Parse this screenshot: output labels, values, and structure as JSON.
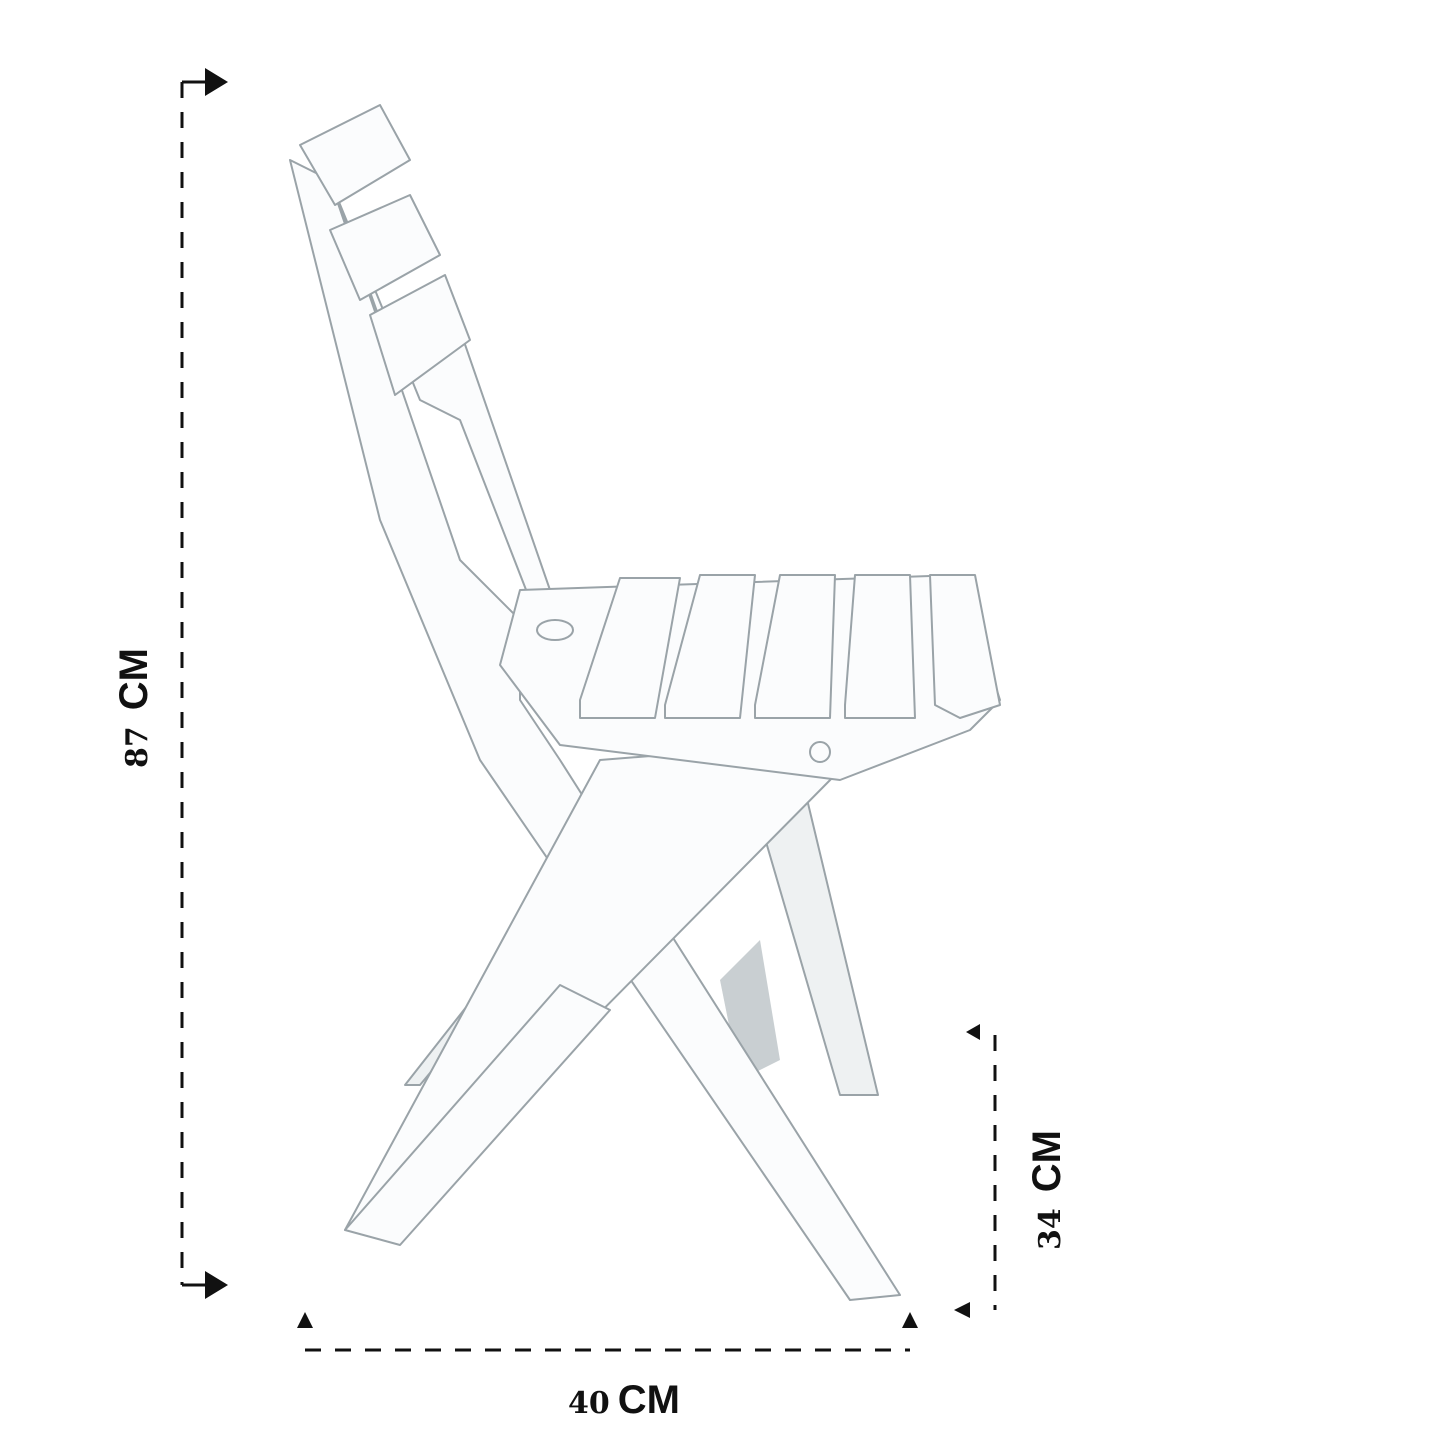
{
  "dimensions": {
    "height": {
      "value": "87",
      "unit": "CM"
    },
    "seat_height": {
      "value": "34",
      "unit": "CM"
    },
    "depth": {
      "value": "40",
      "unit": "CM"
    }
  },
  "colors": {
    "line": "#111111",
    "chair_stroke": "#9aa3a8",
    "chair_fill": "#fbfcfd",
    "shadow": "#c9cfd2"
  }
}
